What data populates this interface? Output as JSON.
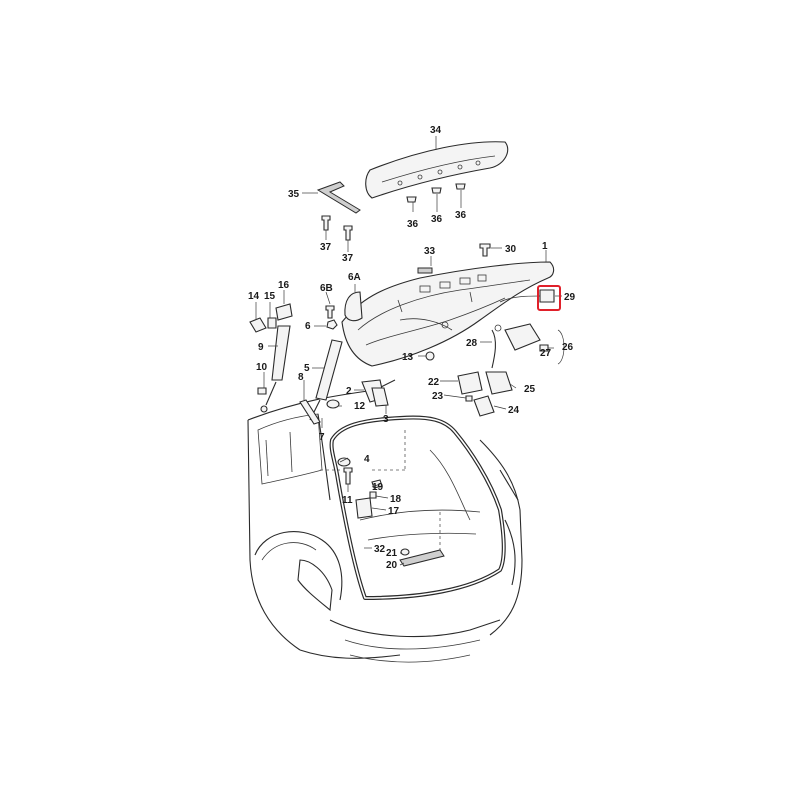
{
  "diagram": {
    "callouts": {
      "c1": "1",
      "c2": "2",
      "c3": "3",
      "c4": "4",
      "c5": "5",
      "c6": "6",
      "c6a": "6A",
      "c6b": "6B",
      "c7": "7",
      "c8": "8",
      "c9": "9",
      "c10": "10",
      "c11": "11",
      "c12": "12",
      "c13": "13",
      "c14": "14",
      "c15": "15",
      "c16": "16",
      "c17": "17",
      "c18": "18",
      "c19": "19",
      "c20": "20",
      "c21": "21",
      "c22": "22",
      "c23": "23",
      "c24": "24",
      "c25": "25",
      "c26": "26",
      "c27": "27",
      "c28": "28",
      "c29": "29",
      "c30": "30",
      "c32": "32",
      "c33": "33",
      "c34": "34",
      "c35": "35",
      "c36a": "36",
      "c36b": "36",
      "c36c": "36",
      "c37a": "37",
      "c37b": "37"
    },
    "highlight": {
      "target": "29",
      "color": "#e0202a"
    },
    "colors": {
      "line": "#2b2b2b",
      "fill": "#f4f4f4",
      "background": "#ffffff"
    }
  }
}
